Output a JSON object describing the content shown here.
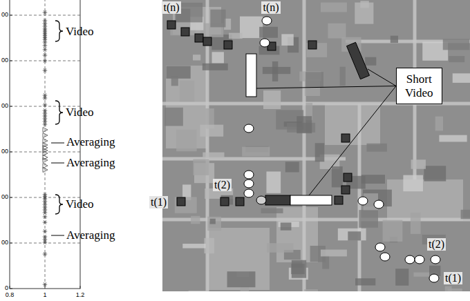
{
  "diagram": {
    "nodes": [
      {
        "text": [
          "Short Video"
        ]
      }
    ],
    "labels": [
      "00",
      "00",
      "00",
      "00",
      "00",
      "00",
      "0",
      "0.8",
      "1",
      "1.2",
      "Video",
      "Video",
      "Averaging",
      "Averaging",
      "Video",
      "Averaging",
      "t(n)",
      "t(n)",
      "t(1)",
      "t(2)",
      "t(2)",
      "t(1)"
    ]
  }
}
